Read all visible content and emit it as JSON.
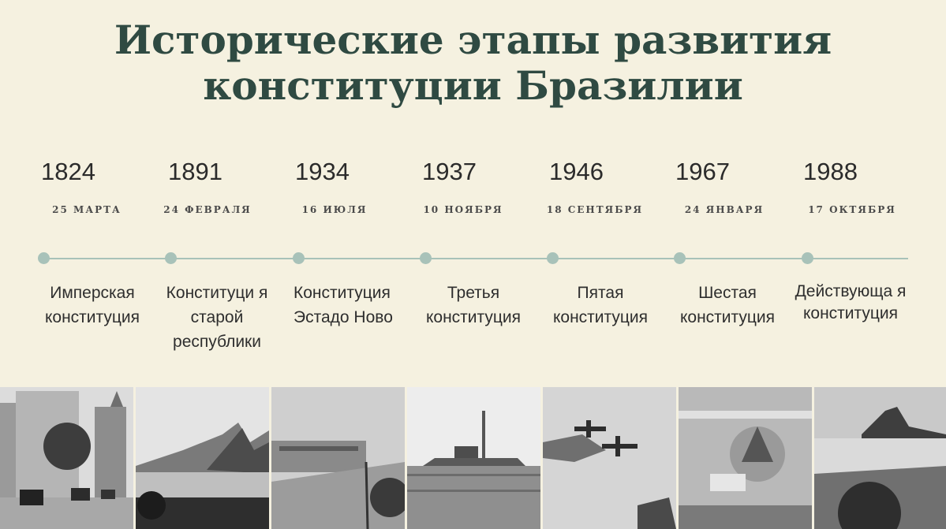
{
  "title": {
    "line1": "Исторические этапы развития",
    "line2": "конституции Бразилии"
  },
  "timeline": [
    {
      "year": "1824",
      "date": "25 МАРТА",
      "label": "Имперская конституция"
    },
    {
      "year": "1891",
      "date": "24 ФЕВРАЛЯ",
      "label": "Конституци я старой республики"
    },
    {
      "year": "1934",
      "date": "16 ИЮЛЯ",
      "label": "Конституция Эстадо Ново"
    },
    {
      "year": "1937",
      "date": "10 НОЯБРЯ",
      "label": "Третья конституция"
    },
    {
      "year": "1946",
      "date": "18 СЕНТЯБРЯ",
      "label": "Пятая конституция"
    },
    {
      "year": "1967",
      "date": "24 ЯНВАРЯ",
      "label": "Шестая конституция"
    },
    {
      "year": "1988",
      "date": "17 ОКТЯБРЯ",
      "label": "Действующа я конституция"
    }
  ],
  "colors": {
    "background": "#f5f1e0",
    "title": "#2f4a42",
    "timeline": "#a8c2b9"
  },
  "photos": [
    "street-with-old-cars-photo",
    "bay-with-mountains-photo",
    "waterfront-boulevard-photo",
    "warship-photo",
    "airplanes-over-coast-photo",
    "cathedral-aerial-photo",
    "sugarloaf-bay-aerial-photo"
  ]
}
